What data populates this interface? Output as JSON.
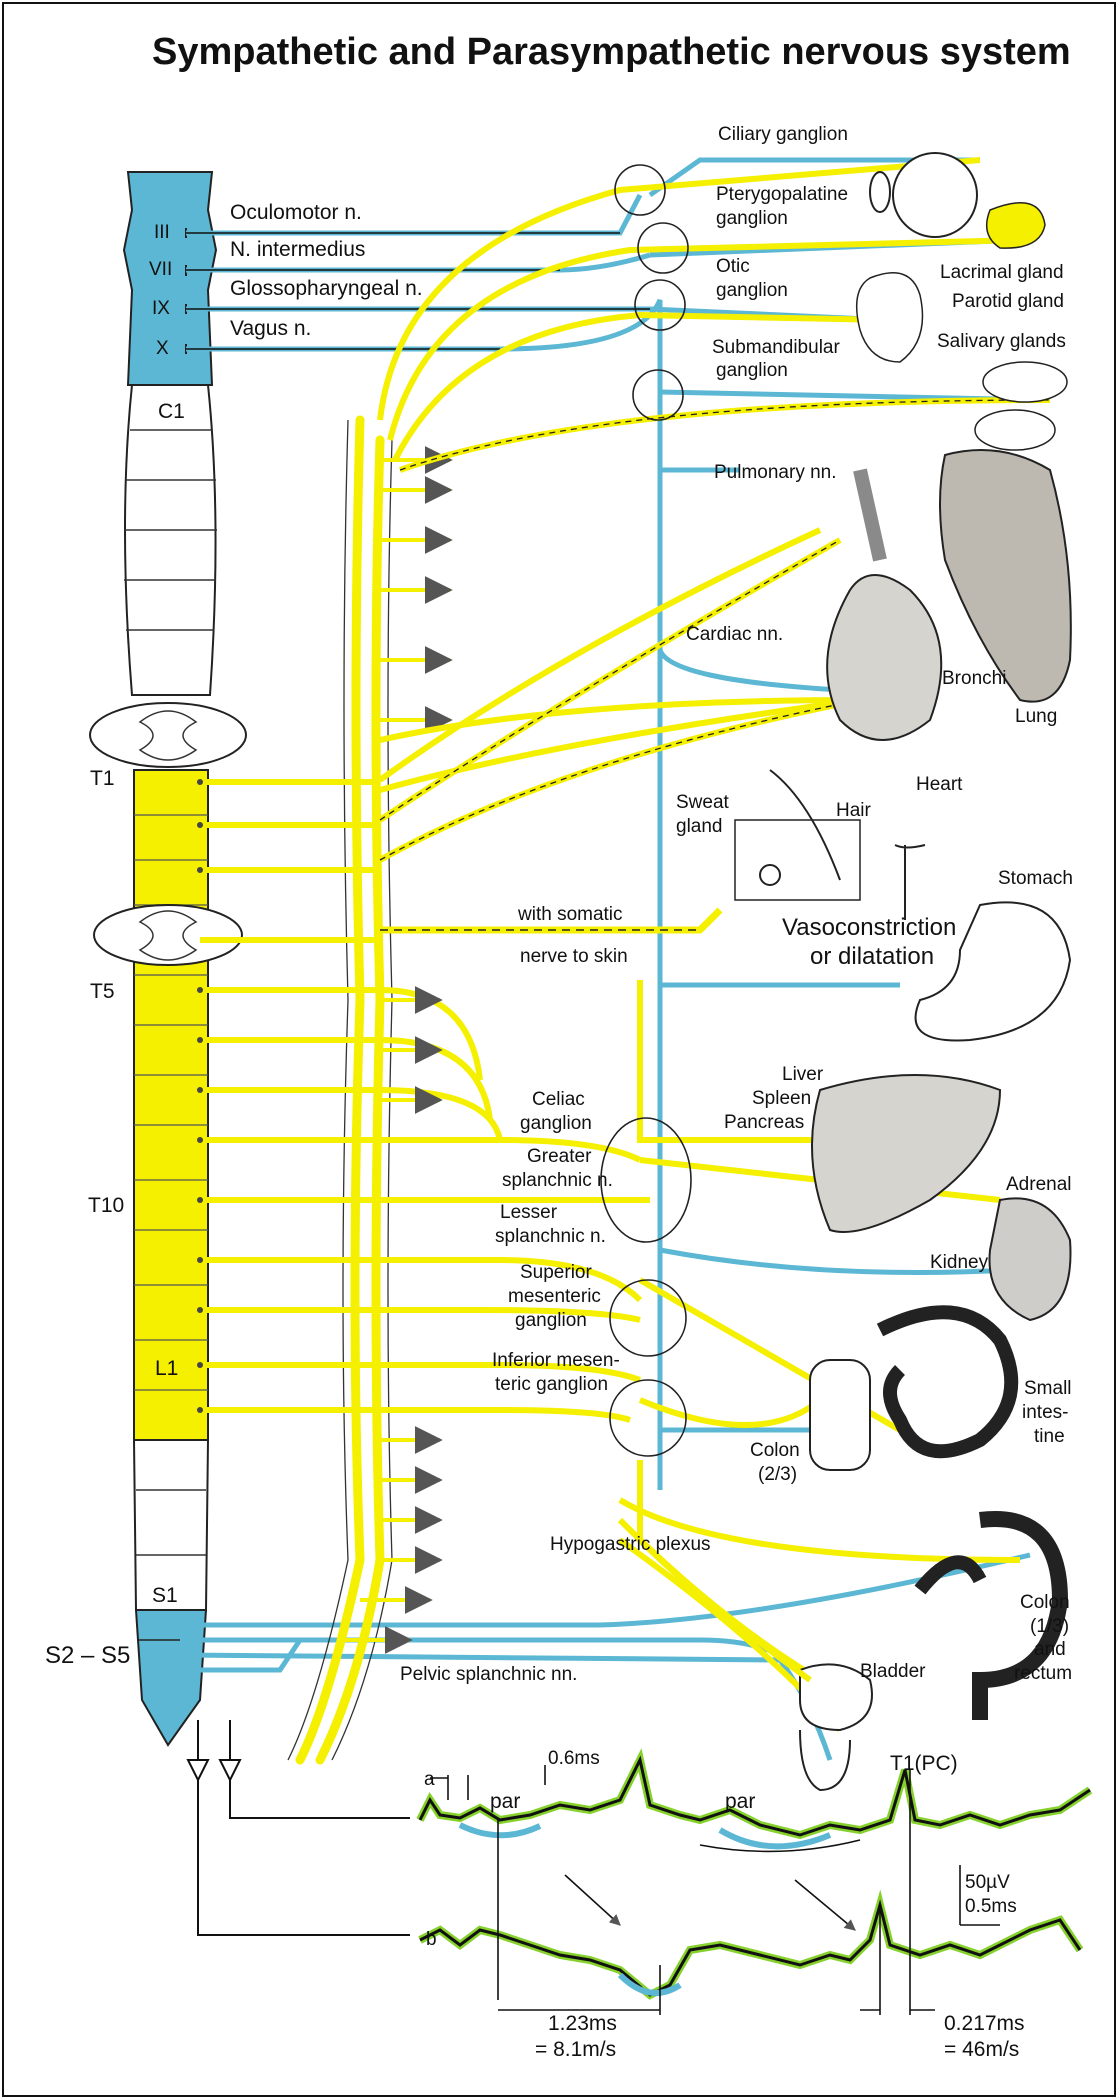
{
  "title": "Sympathetic and Parasympathetic nervous system",
  "colors": {
    "parasympathetic": "#5bb7d3",
    "sympathetic": "#f5ef00",
    "dark": "#111111",
    "organ": "#c9c7c2",
    "trace_green": "#86d12b"
  },
  "cranial_nerves": [
    {
      "numeral": "III",
      "name": "Oculomotor n."
    },
    {
      "numeral": "VII",
      "name": "N. intermedius"
    },
    {
      "numeral": "IX",
      "name": "Glossopharyngeal n."
    },
    {
      "numeral": "X",
      "name": "Vagus n."
    }
  ],
  "spinal_levels": {
    "c1": "C1",
    "t1": "T1",
    "t5": "T5",
    "t10": "T10",
    "l1": "L1",
    "s1": "S1",
    "s2s5": "S2 – S5"
  },
  "ganglia": {
    "ciliary": "Ciliary ganglion",
    "pterygopalatine_1": "Pterygopalatine",
    "pterygopalatine_2": "ganglion",
    "otic_1": "Otic",
    "otic_2": "ganglion",
    "submandibular_1": "Submandibular",
    "submandibular_2": "ganglion",
    "celiac_1": "Celiac",
    "celiac_2": "ganglion",
    "greater_1": "Greater",
    "greater_2": "splanchnic n.",
    "lesser_1": "Lesser",
    "lesser_2": "splanchnic n.",
    "sup_mes_1": "Superior",
    "sup_mes_2": "mesenteric",
    "sup_mes_3": "ganglion",
    "inf_mes_1": "Inferior mesen-",
    "inf_mes_2": "teric ganglion"
  },
  "organs": {
    "lacrimal": "Lacrimal gland",
    "parotid": "Parotid gland",
    "salivary": "Salivary glands",
    "pulmonary": "Pulmonary nn.",
    "cardiac": "Cardiac nn.",
    "bronchi": "Bronchi",
    "lung": "Lung",
    "heart": "Heart",
    "sweat_1": "Sweat",
    "sweat_2": "gland",
    "hair": "Hair",
    "stomach": "Stomach",
    "liver": "Liver",
    "spleen": "Spleen",
    "pancreas": "Pancreas",
    "adrenal": "Adrenal",
    "kidney": "Kidney",
    "small_1": "Small",
    "small_2": "intes-",
    "small_3": "tine",
    "colon23_1": "Colon",
    "colon23_2": "(2/3)",
    "colon13_1": "Colon",
    "colon13_2": "(1/3)",
    "colon13_3": "and",
    "colon13_4": "rectum",
    "bladder": "Bladder"
  },
  "annotations": {
    "somatic_1": "with somatic",
    "somatic_2": "nerve to skin",
    "vaso_1": "Vasoconstriction",
    "vaso_2": "or dilatation",
    "hypogastric": "Hypogastric plexus",
    "pelvic": "Pelvic splanchnic nn."
  },
  "recording": {
    "a": "a",
    "b": "b",
    "interval_top": "0.6ms",
    "par_1": "par",
    "par_2": "par",
    "t1pc": "T1(PC)",
    "scale_v": "50µV",
    "scale_t": "0.5ms",
    "lat1_1": "1.23ms",
    "lat1_2": "= 8.1m/s",
    "lat2_1": "0.217ms",
    "lat2_2": "= 46m/s"
  }
}
